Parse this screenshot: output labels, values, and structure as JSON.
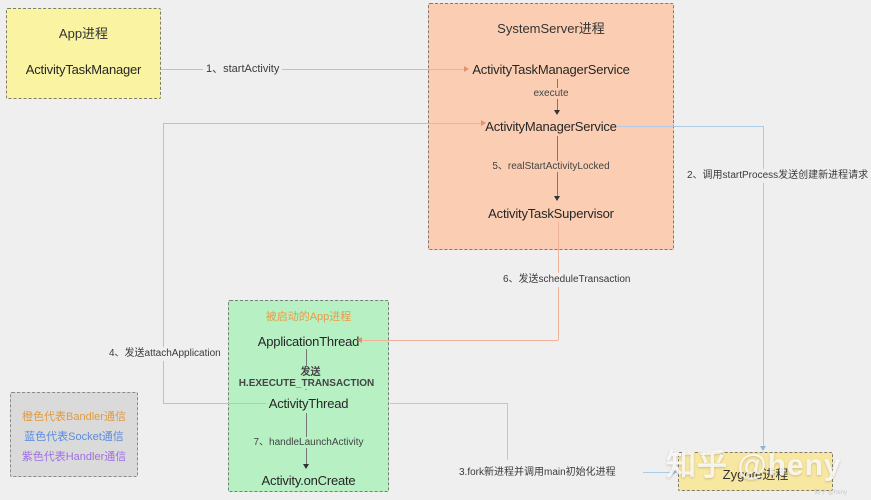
{
  "diagram": {
    "app_box": {
      "title": "App进程",
      "node": "ActivityTaskManager"
    },
    "system_server_box": {
      "title": "SystemServer进程",
      "node1": "ActivityTaskManagerService",
      "edge1": "execute",
      "node2": "ActivityManagerService",
      "edge2": "5、realStartActivityLocked",
      "node3": "ActivityTaskSupervisor"
    },
    "new_app_box": {
      "title": "被启动的App进程",
      "node1": "ApplicationThread",
      "edge1": "发送H.EXECUTE_TRANSACTION",
      "node2": "ActivityThread",
      "edge2": "7、handleLaunchActivity",
      "node3": "Activity.onCreate"
    },
    "zygote_box": {
      "title": "Zygote进程"
    },
    "flow_labels": {
      "step1": "1、startActivity",
      "step2": "2、调用startProcess发送创建新进程请求",
      "step3": "3.fork新进程并调用main初始化进程",
      "step4": "4、发送attachApplication",
      "step6": "6、发送scheduleTransaction"
    },
    "legend": {
      "binder": "橙色代表Bandler通信",
      "socket": "蓝色代表Socket通信",
      "handler": "紫色代表Handler通信"
    },
    "colors": {
      "binder_orange": "#eeb298",
      "socket_blue": "#aecbe4",
      "legend_orange": "#e09a3e",
      "legend_blue": "#5a8bdf",
      "legend_purple": "#9e6fe3",
      "app_box_fill": "#faf3a2",
      "system_server_fill": "#fbceb3",
      "new_app_fill": "#b6f0c3",
      "zygote_fill": "#f8e7a0",
      "legend_fill": "#dadada"
    },
    "watermark": {
      "text": "知乎 @heny",
      "corner": "知乎 @heny"
    }
  }
}
